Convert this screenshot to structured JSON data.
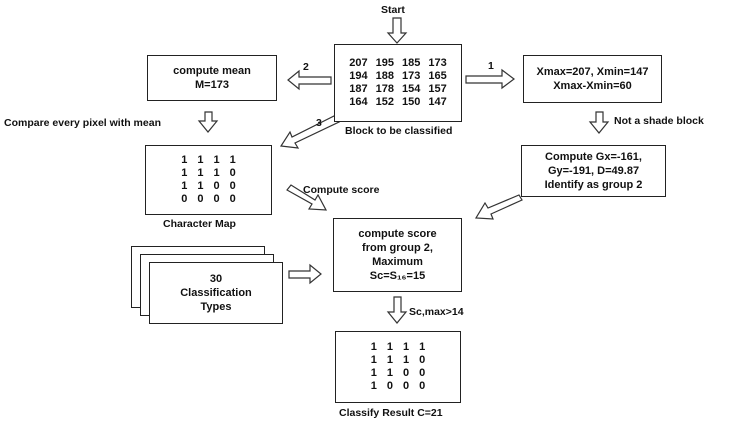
{
  "labels": {
    "start": "Start",
    "block_caption": "Block to be classified",
    "compare": "Compare every pixel with mean",
    "not_shade": "Not a shade block",
    "compute_score": "Compute score",
    "char_map_caption": "Character Map",
    "sc_max": "Sc,max>14",
    "result_caption": "Classify Result C=21",
    "arrow_1": "1",
    "arrow_2": "2",
    "arrow_3": "3"
  },
  "block_matrix": [
    [
      "207",
      "195",
      "185",
      "173"
    ],
    [
      "194",
      "188",
      "173",
      "165"
    ],
    [
      "187",
      "178",
      "154",
      "157"
    ],
    [
      "164",
      "152",
      "150",
      "147"
    ]
  ],
  "mean_box": {
    "line1": "compute mean",
    "line2": "M=173"
  },
  "range_box": {
    "line1": "Xmax=207, Xmin=147",
    "line2": "Xmax-Xmin=60"
  },
  "gradient_box": {
    "line1": "Compute Gx=-161,",
    "line2": "Gy=-191, D=49.87",
    "line3": "Identify as group 2"
  },
  "score_box": {
    "line1": "compute score",
    "line2": "from group 2,",
    "line3": "Maximum",
    "line4": "Sc=S₁₆=15"
  },
  "types_box": {
    "line1": "30",
    "line2": "Classification",
    "line3": "Types"
  },
  "char_map": [
    [
      "1",
      "1",
      "1",
      "1"
    ],
    [
      "1",
      "1",
      "1",
      "0"
    ],
    [
      "1",
      "1",
      "0",
      "0"
    ],
    [
      "0",
      "0",
      "0",
      "0"
    ]
  ],
  "result_map": [
    [
      "1",
      "1",
      "1",
      "1"
    ],
    [
      "1",
      "1",
      "1",
      "0"
    ],
    [
      "1",
      "1",
      "0",
      "0"
    ],
    [
      "1",
      "0",
      "0",
      "0"
    ]
  ]
}
